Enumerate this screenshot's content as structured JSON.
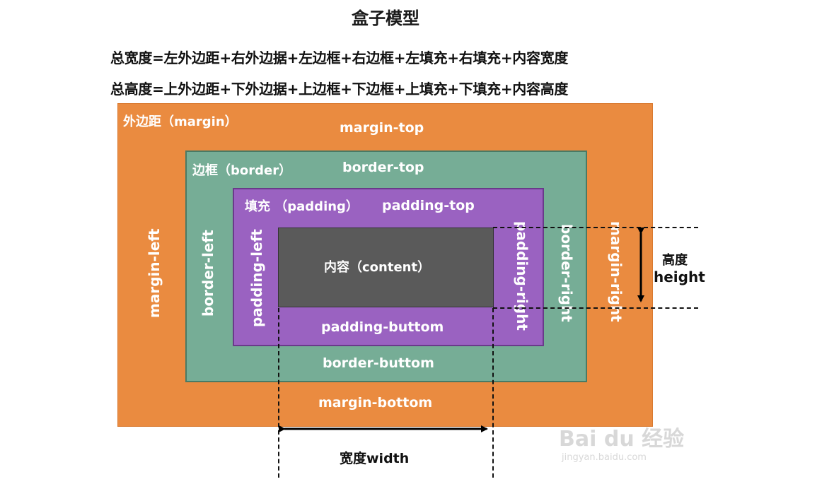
{
  "title": "盒子模型",
  "formulas": {
    "width": "总宽度=左外边距+右外边据+左边框+右边框+左填充+右填充+内容宽度",
    "height": "总高度=上外边距+下外边据+上边框+下边框+上填充+下填充+内容高度"
  },
  "margin": {
    "name": "外边距（margin）",
    "top": "margin-top",
    "left": "margin-left",
    "right": "margin-right",
    "bottom": "margin-bottom"
  },
  "border": {
    "name": "边框（border）",
    "top": "border-top",
    "left": "border-left",
    "right": "border-right",
    "bottom": "border-buttom"
  },
  "padding": {
    "name": "填充 （padding）",
    "top": "padding-top",
    "left": "padding-left",
    "right": "padding-right",
    "bottom": "padding-buttom"
  },
  "content": {
    "name": "内容（content）"
  },
  "dimensions": {
    "height_cn": "高度",
    "height_en": "height",
    "width": "宽度width"
  },
  "watermark": {
    "logo": "Bai du 经验",
    "url": "jingyan.baidu.com"
  },
  "colors": {
    "margin": "#ea8b40",
    "border": "#76ad96",
    "padding": "#9a62c1",
    "content": "#5a5a5a"
  }
}
